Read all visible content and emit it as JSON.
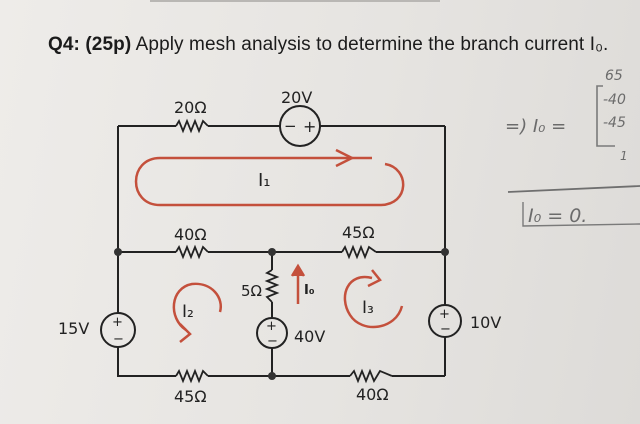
{
  "question": {
    "number": "Q4:",
    "points": "(25p)",
    "text": "Apply mesh analysis to determine the branch current",
    "target": "I₀."
  },
  "circuit": {
    "r_top": "20Ω",
    "v_top": "20V",
    "v_top_minus": "−",
    "v_top_plus": "+",
    "mesh1": "I₁",
    "r_mid_left": "40Ω",
    "r_mid_right": "45Ω",
    "r_center": "5Ω",
    "io_label": "I₀",
    "mesh2": "I₂",
    "mesh3": "I₃",
    "v_left": "15V",
    "v_center": "40V",
    "v_right": "10V",
    "r_bot_left": "45Ω",
    "r_bot_right": "40Ω",
    "plus": "+",
    "minus": "−"
  },
  "handwriting": {
    "line1": "=) I₀ =",
    "m1": "65",
    "m2": "-40",
    "m3": "-45",
    "line2": "I₀ = 0.",
    "stray": "1"
  }
}
